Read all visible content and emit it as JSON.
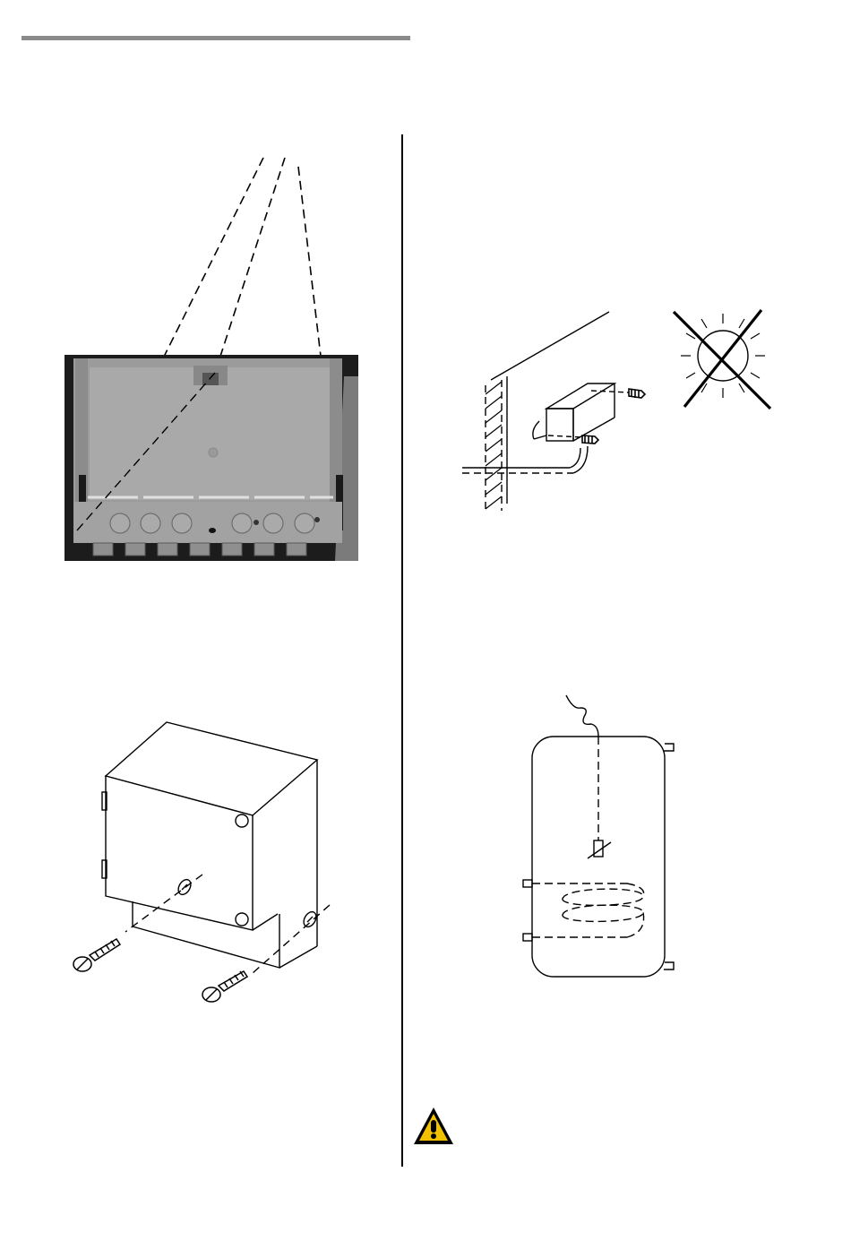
{
  "page": {
    "header_rule_color": "#8a8a8a",
    "divider_color": "#000000"
  },
  "figures": [
    {
      "name": "controller-base-photo",
      "icon": "controller-baseplate-photo"
    },
    {
      "name": "sensor-wall-mounting-diagram",
      "icon": "wall-sensor-mount"
    },
    {
      "name": "no-direct-sunlight-symbol",
      "icon": "crossed-out-sun"
    },
    {
      "name": "housing-screw-mounting-diagram",
      "icon": "housing-screws"
    },
    {
      "name": "storage-tank-sensor-diagram",
      "icon": "storage-tank-sensor"
    }
  ],
  "warning": {
    "icon": "warning-icon",
    "color": "#f2c200",
    "glyph": "!"
  }
}
